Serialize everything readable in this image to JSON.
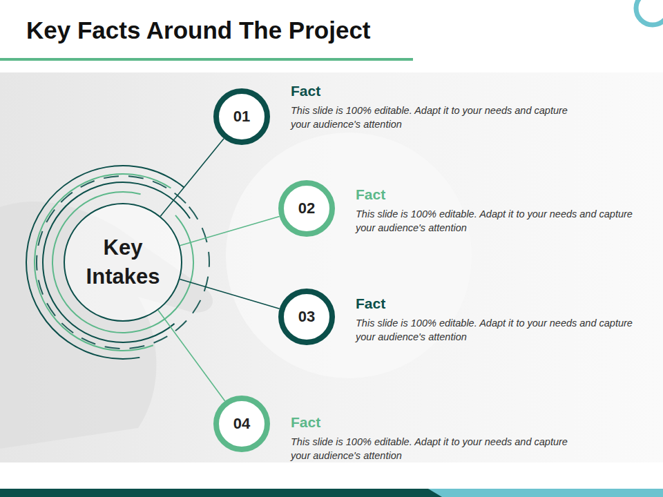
{
  "diagram": {
    "title": "Key Facts Around The Project",
    "nodes": [
      {
        "text": [
          "Key Intakes"
        ]
      },
      {
        "text": [
          "01",
          "Fact",
          "This slide is 100% editable. Adapt it to your needs and capture your audience's attention"
        ]
      },
      {
        "text": [
          "02",
          "Fact",
          "This slide is 100% editable. Adapt it to your needs and capture your audience's attention"
        ]
      },
      {
        "text": [
          "03",
          "Fact",
          "This slide is 100% editable. Adapt it to your needs and capture your audience's attention"
        ]
      },
      {
        "text": [
          "04",
          "Fact",
          "This slide is 100% editable. Adapt it to your needs and capture your audience's attention"
        ]
      }
    ],
    "edges": [
      {
        "from": 0,
        "to": 1,
        "arrow": "none"
      },
      {
        "from": 0,
        "to": 2,
        "arrow": "none"
      },
      {
        "from": 0,
        "to": 3,
        "arrow": "none"
      },
      {
        "from": 0,
        "to": 4,
        "arrow": "none"
      }
    ]
  }
}
